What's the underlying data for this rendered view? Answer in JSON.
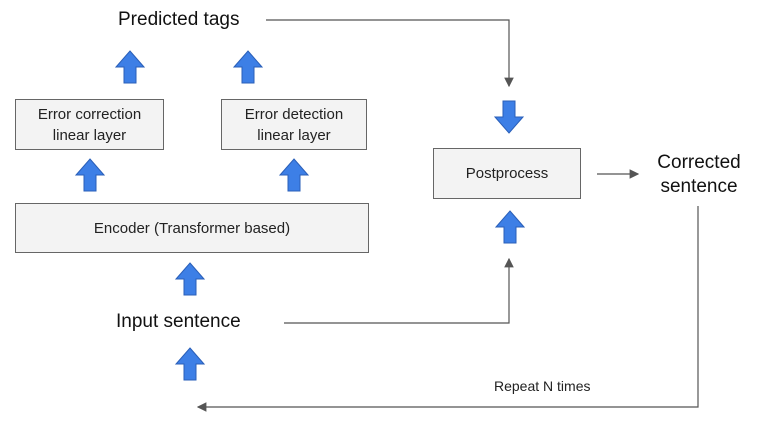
{
  "labels": {
    "predicted_tags": "Predicted tags",
    "input_sentence": "Input sentence",
    "corrected_sentence": "Corrected\nsentence",
    "repeat": "Repeat N times"
  },
  "boxes": {
    "error_correction": "Error correction\nlinear layer",
    "error_detection": "Error detection\nlinear layer",
    "encoder": "Encoder (Transformer based)",
    "postprocess": "Postprocess"
  },
  "colors": {
    "arrow_fill": "#3d7fe6",
    "arrow_stroke": "#2a5fb8",
    "box_fill": "#f3f3f3",
    "line": "#555555"
  }
}
